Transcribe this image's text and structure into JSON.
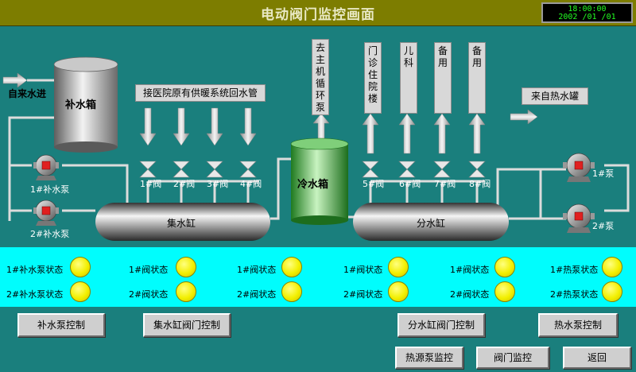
{
  "header": {
    "title": "电动阀门监控画面",
    "clock_time": "18:00:00",
    "clock_date": "2002 /01 /01"
  },
  "diagram": {
    "makeup_tank_label": "补水箱",
    "tap_water_label": "自来水进",
    "makeup_pump_1": "1#补水泵",
    "makeup_pump_2": "2#补水泵",
    "hospital_return_label": "接医院原有供暖系统回水管",
    "valves_left": [
      "1#阀",
      "2#阀",
      "3#阀",
      "4#阀"
    ],
    "valves_right": [
      "5#阀",
      "6#阀",
      "7#阀",
      "8#阀"
    ],
    "collector_label": "集水缸",
    "cold_tank_label": "冷水箱",
    "circ_pump_label": "去主机循环泵",
    "distributor_label": "分水缸",
    "outlets": [
      "门诊住院楼",
      "儿科",
      "备用",
      "备用"
    ],
    "hot_tank_label": "来自热水罐",
    "hot_pump_1": "1#泵",
    "hot_pump_2": "2#泵"
  },
  "status": {
    "row1": [
      "1#补水泵状态",
      "1#阀状态",
      "1#阀状态",
      "1#阀状态",
      "1#阀状态",
      "1#热泵状态"
    ],
    "row2": [
      "2#补水泵状态",
      "2#阀状态",
      "2#阀状态",
      "2#阀状态",
      "2#阀状态",
      "2#热泵状态"
    ],
    "lamp_color": "#f2ef00"
  },
  "buttons": {
    "makeup_pump_ctrl": "补水泵控制",
    "collector_valve_ctrl": "集水缸阀门控制",
    "distributor_valve_ctrl": "分水缸阀门控制",
    "hot_pump_ctrl": "热水泵控制",
    "heat_source_monitor": "热源泵监控",
    "valve_monitor": "阀门监控",
    "back": "返回"
  }
}
